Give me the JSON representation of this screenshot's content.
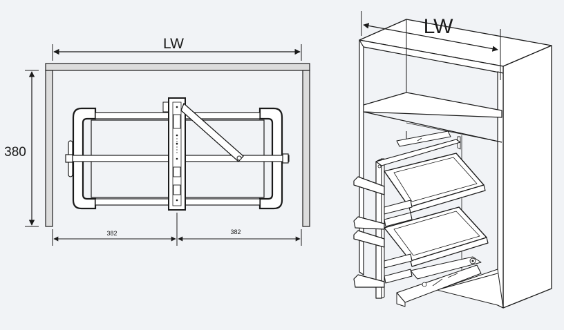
{
  "top_view": {
    "width_label": "LW",
    "depth_label": "380",
    "left_half_label": "382",
    "right_half_label": "382"
  },
  "iso_view": {
    "width_label": "LW"
  },
  "colors": {
    "background": "#f1f3f6",
    "line": "#1a1a1a",
    "cabinet_wall": "#dcdcdc",
    "tray_fill": "#ffffff"
  }
}
